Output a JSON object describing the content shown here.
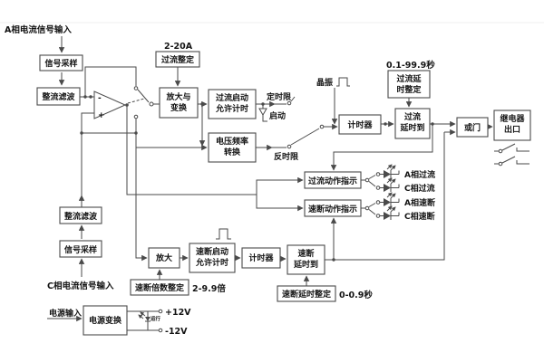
{
  "diagram": {
    "inputs": {
      "a_phase": "A相电流信号输入",
      "c_phase": "C相电流信号输入",
      "power": "电源输入"
    },
    "blocks": {
      "signal_sample_a": "信号采样",
      "rectify_filter_a": "整流滤波",
      "oc_setting": "过流整定",
      "oc_setting_range": "2-20A",
      "amp_transform": {
        "l1": "放大与",
        "l2": "变换"
      },
      "oc_start_timing": {
        "l1": "过流启动",
        "l2": "允许计时"
      },
      "vf_convert": {
        "l1": "电压频率",
        "l2": "转换"
      },
      "timer1": "计时器",
      "oc_delay_setting": {
        "l1": "过流延",
        "l2": "时整定"
      },
      "oc_delay_range": "0.1-99.9秒",
      "oc_delay_reached": {
        "l1": "过流",
        "l2": "延时到"
      },
      "or_gate": "或门",
      "relay_outlet": {
        "l1": "继电器",
        "l2": "出口"
      },
      "oc_action_ind": "过流动作指示",
      "qb_action_ind": "速断动作指示",
      "rectify_filter_c": "整流滤波",
      "signal_sample_c": "信号采样",
      "amplify": "放大",
      "qb_start_timing": {
        "l1": "速断启动",
        "l2": "允许计时"
      },
      "timer2": "计时器",
      "qb_delay_reached": {
        "l1": "速断",
        "l2": "延时到"
      },
      "qb_multiple_setting": "速断倍数整定",
      "qb_multiple_range": "2-9.9倍",
      "qb_delay_setting": "速断延时整定",
      "qb_delay_range": "0-0.9秒",
      "power_convert": "电源变换"
    },
    "labels": {
      "crystal": "晶振",
      "definite_time": "定时限",
      "inverse_time": "反时限",
      "start": "启动",
      "a_oc": "A相过流",
      "c_oc": "C相过流",
      "a_qb": "A相速断",
      "c_qb": "C相速断",
      "plus12": "+12V",
      "minus12": "-12V",
      "run": "运行",
      "opamp_minus": "-",
      "opamp_plus": "+"
    },
    "colors": {
      "line": "#4a4a4a",
      "text": "#141414",
      "box_fill": "#ffffff",
      "bg": "#ffffff"
    }
  }
}
